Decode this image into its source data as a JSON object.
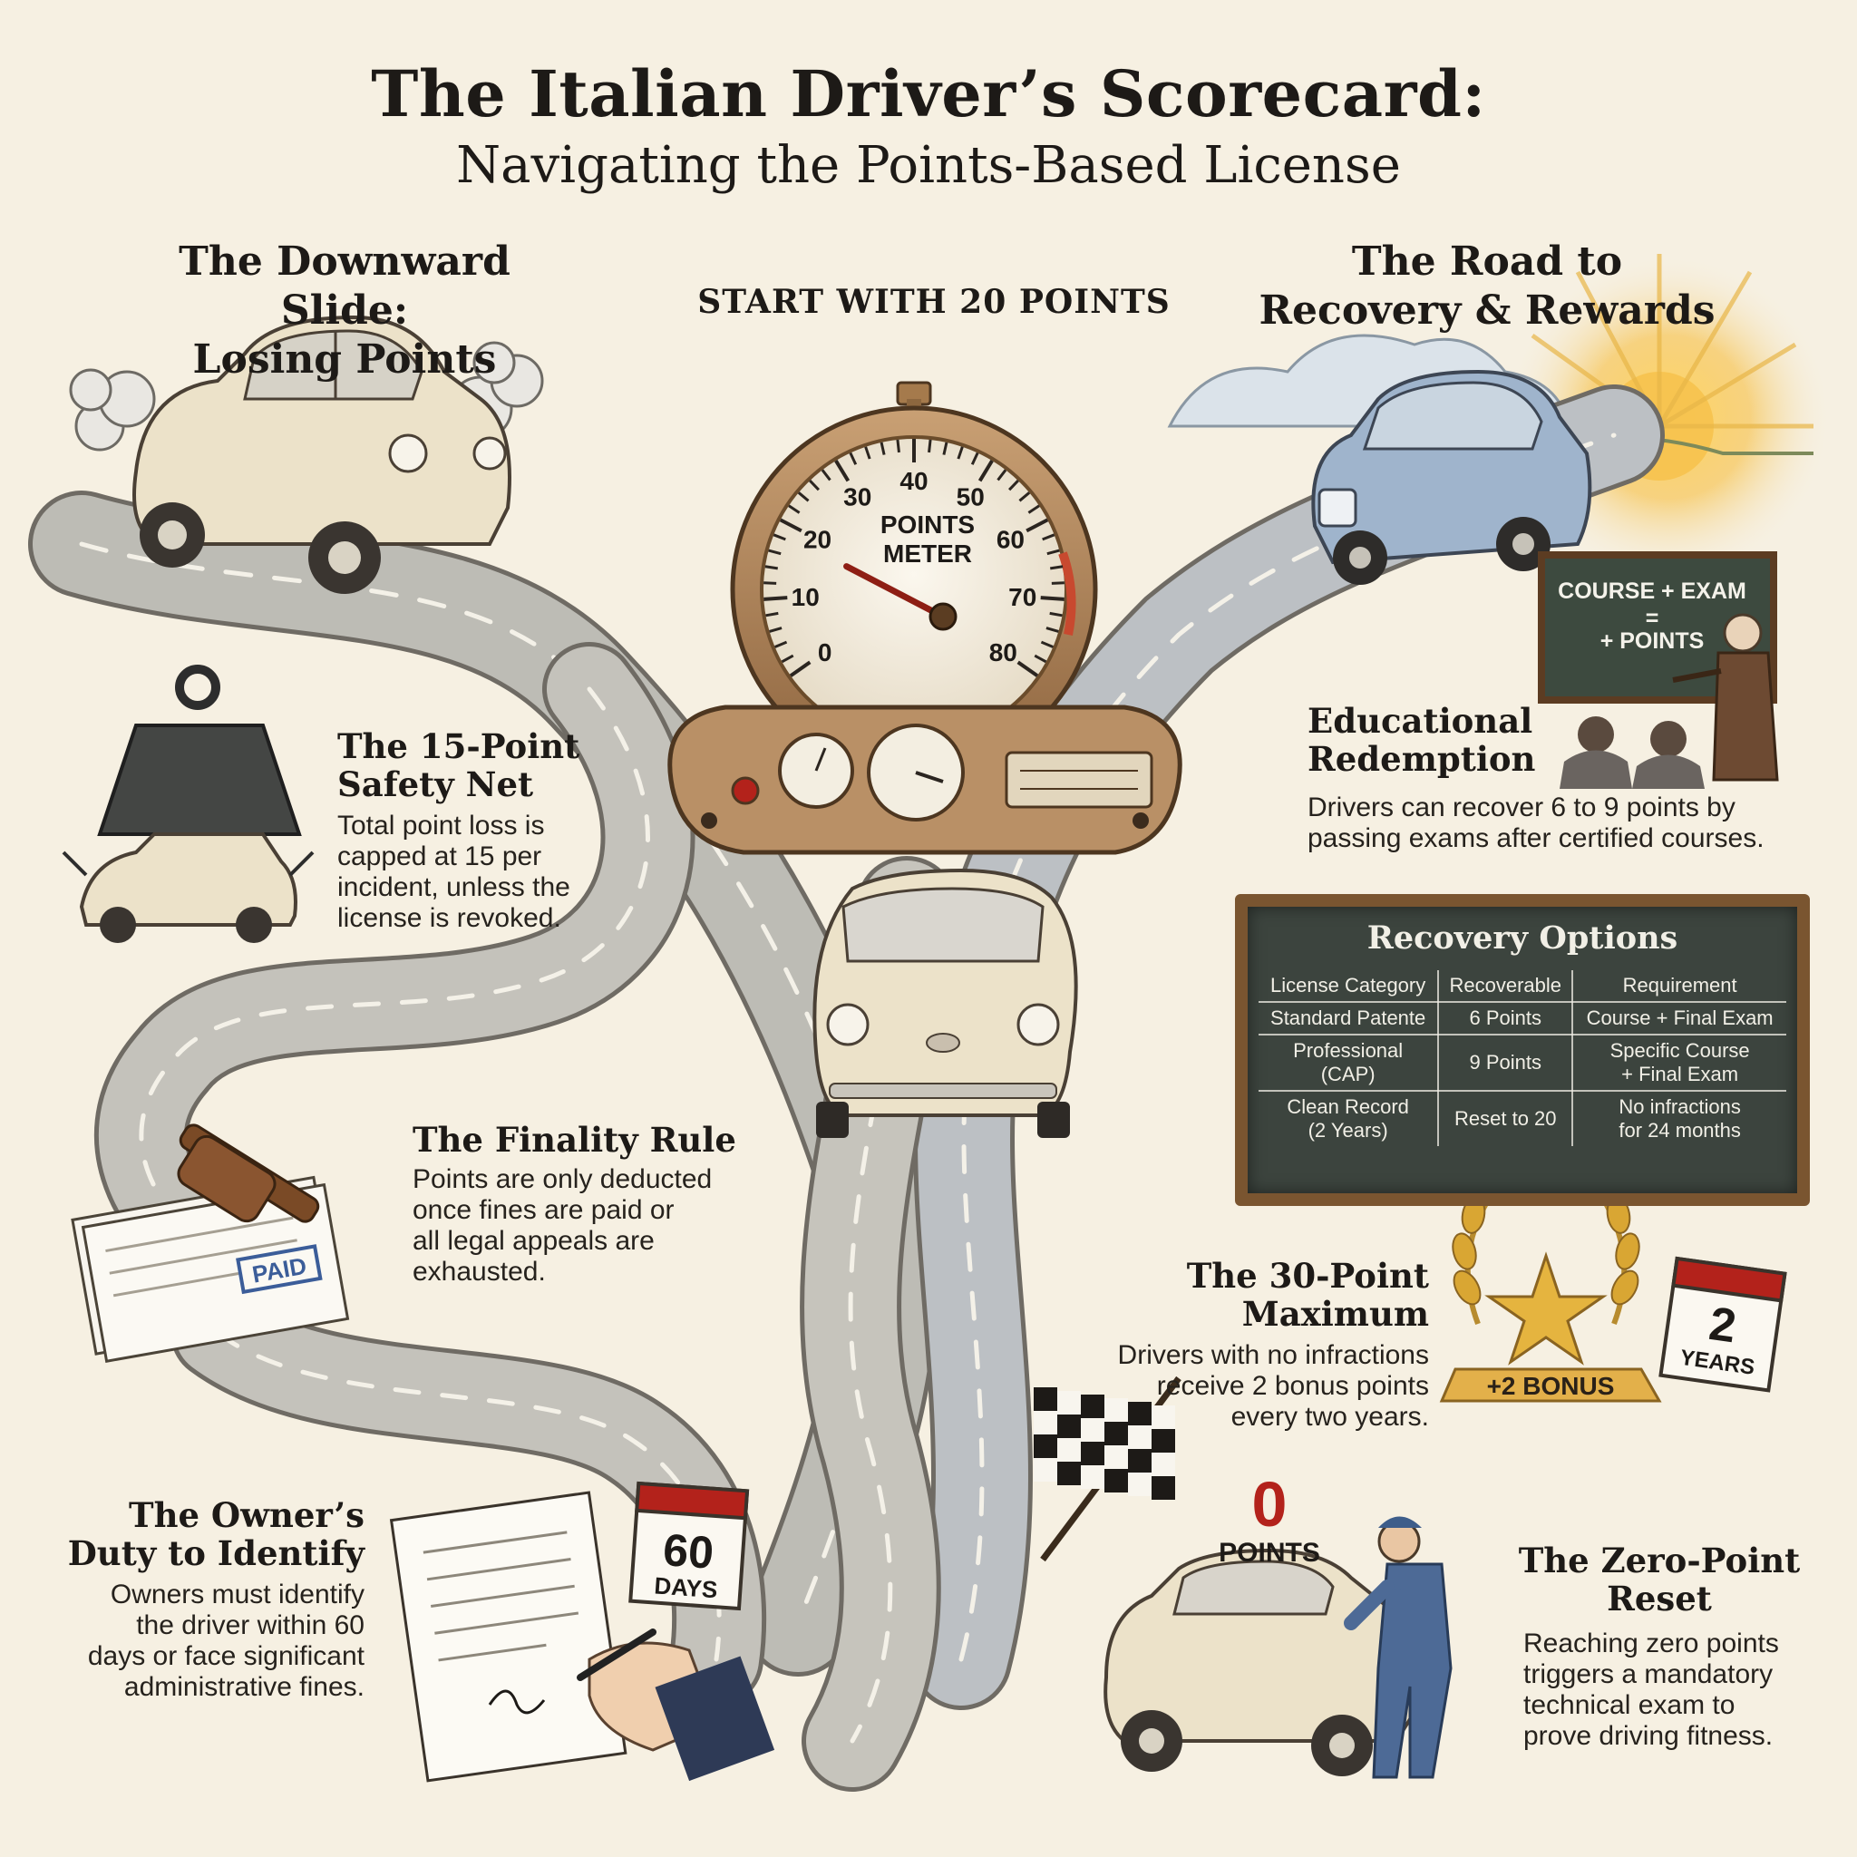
{
  "title": "The Italian Driver’s Scorecard:",
  "subtitle": "Navigating the Points-Based License",
  "left_section": {
    "heading_line1": "The Downward Slide:",
    "heading_line2": "Losing Points"
  },
  "right_section": {
    "heading_line1": "The Road to",
    "heading_line2": "Recovery & Rewards"
  },
  "start_label": "START WITH 20 POINTS",
  "gauge": {
    "label_line1": "POINTS",
    "label_line2": "METER",
    "ticks": [
      "0",
      "10",
      "20",
      "30",
      "40",
      "50",
      "60",
      "70",
      "80"
    ],
    "needle_value": 20
  },
  "safety_net": {
    "heading_line1": "The 15-Point",
    "heading_line2": "Safety Net",
    "body": [
      "Total point loss is",
      "capped at 15 per",
      "incident, unless the",
      "license is revoked."
    ]
  },
  "finality": {
    "heading": "The Finality Rule",
    "body": [
      "Points are only deducted",
      "once fines are paid or",
      "all legal appeals are",
      "exhausted."
    ],
    "stamp": "PAID"
  },
  "owner_duty": {
    "heading_line1": "The Owner’s",
    "heading_line2": "Duty to Identify",
    "body": [
      "Owners must identify",
      "the driver within 60",
      "days or face significant",
      "administrative fines."
    ],
    "calendar_number": "60",
    "calendar_unit": "DAYS"
  },
  "education": {
    "heading_line1": "Educational",
    "heading_line2": "Redemption",
    "body": [
      "Drivers can recover 6 to 9 points by",
      "passing exams after certified courses."
    ],
    "blackboard_line1": "COURSE + EXAM",
    "blackboard_line2": "=",
    "blackboard_line3": "+ POINTS"
  },
  "recovery_table": {
    "title": "Recovery Options",
    "headers": [
      "License Category",
      "Recoverable",
      "Requirement"
    ],
    "rows": [
      {
        "category": [
          "Standard Patente"
        ],
        "recoverable": "6 Points",
        "requirement": [
          "Course + Final Exam"
        ]
      },
      {
        "category": [
          "Professional",
          "(CAP)"
        ],
        "recoverable": "9 Points",
        "requirement": [
          "Specific Course",
          "+ Final Exam"
        ]
      },
      {
        "category": [
          "Clean Record",
          "(2 Years)"
        ],
        "recoverable": "Reset to 20",
        "requirement": [
          "No infractions",
          "for 24 months"
        ]
      }
    ]
  },
  "maximum": {
    "heading_line1": "The 30-Point",
    "heading_line2": "Maximum",
    "body": [
      "Drivers with no infractions",
      "receive 2 bonus points",
      "every two years."
    ],
    "ribbon": "+2 BONUS",
    "calendar_number": "2",
    "calendar_unit": "YEARS"
  },
  "zero_point": {
    "big_number": "0",
    "big_label": "POINTS",
    "heading_line1": "The Zero-Point",
    "heading_line2": "Reset",
    "body": [
      "Reaching zero points",
      "triggers a mandatory",
      "technical exam to",
      "prove driving fitness."
    ]
  },
  "colors": {
    "background": "#f6f0e2",
    "road": "#b9b8b2",
    "car_cream": "#ece2c9",
    "car_blue": "#9fb4cc",
    "gauge_bronze": "#b58a5e",
    "chalkboard": "#3c443e",
    "accent_red": "#b3221b",
    "gold": "#d9a633"
  }
}
